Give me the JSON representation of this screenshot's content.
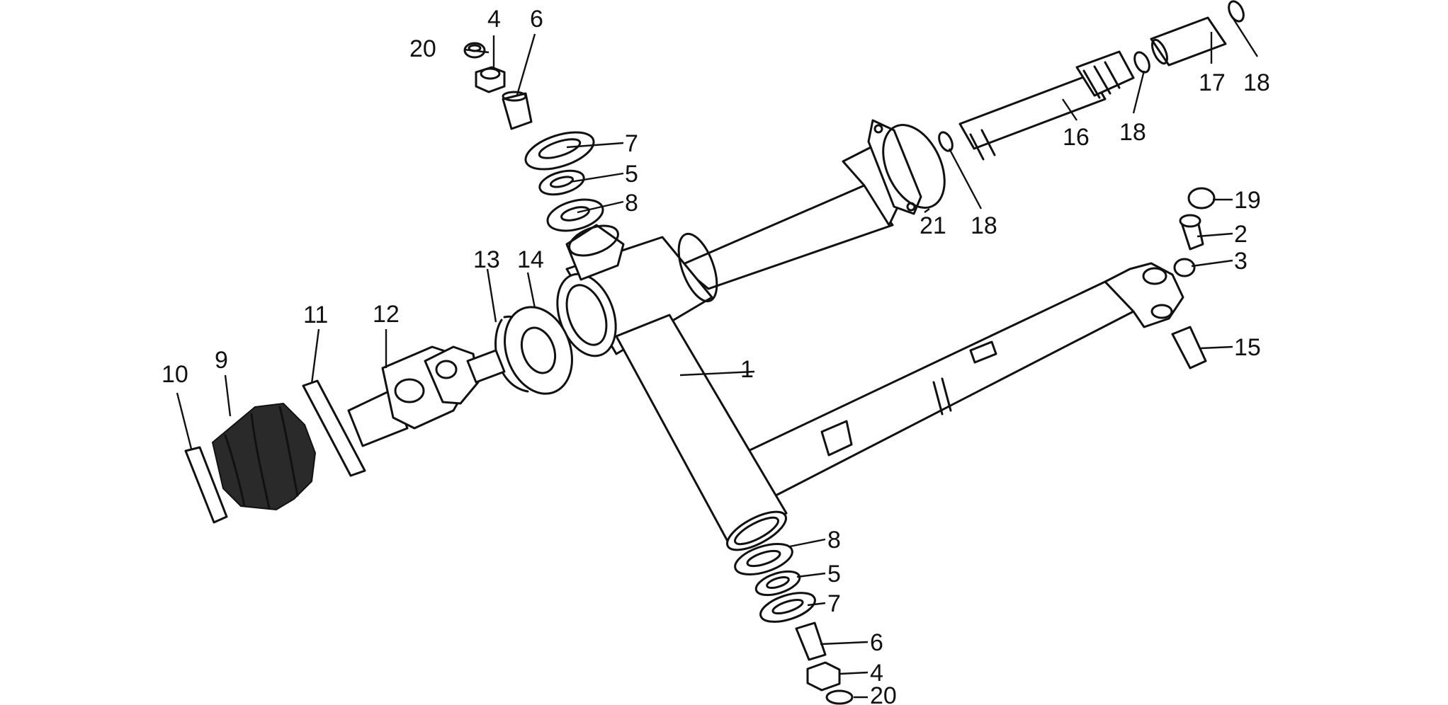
{
  "diagram": {
    "kind": "exploded parts diagram",
    "callouts": {
      "frame": "1",
      "screw_top": "2",
      "washer_top": "3",
      "nut_upper": "4",
      "ring_upper": "5",
      "pin_upper": "6",
      "seal_upper": "7",
      "bearing_upper": "8",
      "bellows": "9",
      "clamp_small": "10",
      "clamp_large": "11",
      "ujoint": "12",
      "circlip": "13",
      "bearing_main": "14",
      "stud": "15",
      "shaft": "16",
      "sleeve": "17",
      "washer_sleeve_end": "18",
      "washer_shaft_mid": "18",
      "washer_flange": "18",
      "cap": "19",
      "cap_upper": "20",
      "gasket": "21",
      "bearing_lower": "8",
      "ring_lower": "5",
      "seal_lower": "7",
      "pin_lower": "6",
      "nut_lower": "4",
      "cap_lower": "20"
    }
  }
}
